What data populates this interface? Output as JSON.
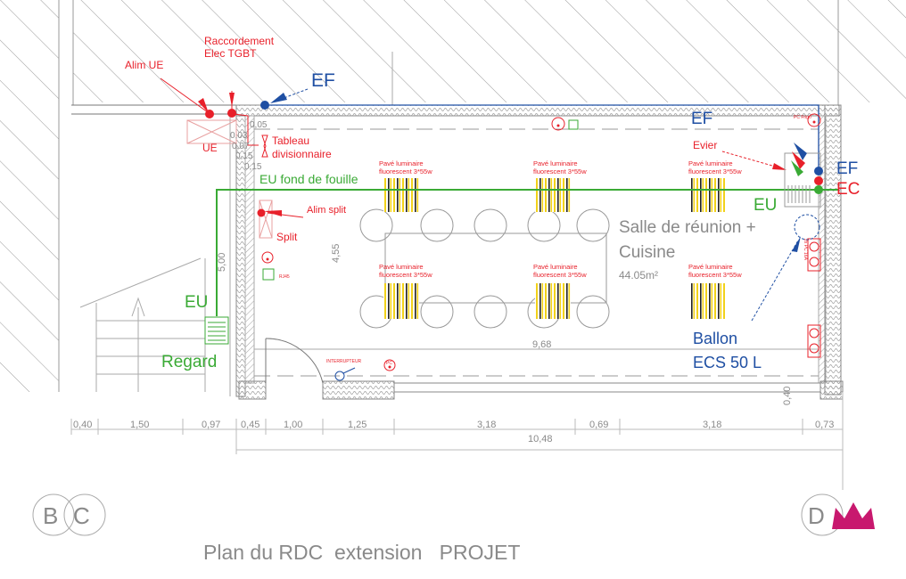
{
  "title": "Plan du RDC  extension   PROJET",
  "room": {
    "name_line1": "Salle de réunion +",
    "name_line2": "Cuisine",
    "area": "44.05m²"
  },
  "annotations": {
    "alim_ue": "Alim UE",
    "raccordement_line1": "Raccordement",
    "raccordement_line2": "Elec TGBT",
    "ef_top": "EF",
    "ef_inner": "EF",
    "ue": "UE",
    "tableau_line1": "Tableau",
    "tableau_line2": "divisionnaire",
    "eu_fond": "EU fond de fouille",
    "alim_split": "Alim split",
    "split": "Split",
    "eu_left": "EU",
    "regard": "Regard",
    "evier": "Evier",
    "ef_right": "EF",
    "ec_right": "EC",
    "eu_right": "EU",
    "ballon_line1": "Ballon",
    "ballon_line2": "ECS 50 L",
    "interrupteur": "INTERRUPTEUR",
    "pc": "PC",
    "pc_frigo": "PC Frigo",
    "rj45": "RJ45",
    "pc_double": "2x PC 16A"
  },
  "luminaires": [
    {
      "line1": "Pavé luminaire",
      "line2": "fluorescent 3*55w"
    },
    {
      "line1": "Pavé luminaire",
      "line2": "fluorescent 3*55w"
    },
    {
      "line1": "Pavé luminaire",
      "line2": "fluorescent 3*55w"
    },
    {
      "line1": "Pavé luminaire",
      "line2": "fluorescent 3*55w"
    },
    {
      "line1": "Pavé luminaire",
      "line2": "fluorescent 3*55w"
    },
    {
      "line1": "Pavé luminaire",
      "line2": "fluorescent 3*55w"
    }
  ],
  "dimensions": {
    "small_stack": [
      "0,05",
      "0,03",
      "0,07",
      "0,15",
      "0,15"
    ],
    "height_455": "4,55",
    "height_500": "5,00",
    "width_968": "9,68",
    "wall_040": "0,40",
    "row": [
      "0,40",
      "1,50",
      "0,97",
      "0,45",
      "1,00",
      "1,25",
      "3,18",
      "0,69",
      "3,18",
      "0,73"
    ],
    "total": "10,48"
  },
  "axes": {
    "b": "B",
    "c": "C",
    "d": "D"
  },
  "colors": {
    "red": "#e8202a",
    "blue": "#1f4fa3",
    "green": "#3aaa35",
    "grey": "#8a8a8a",
    "magenta": "#c8186e",
    "yellow": "#f2d21a"
  }
}
